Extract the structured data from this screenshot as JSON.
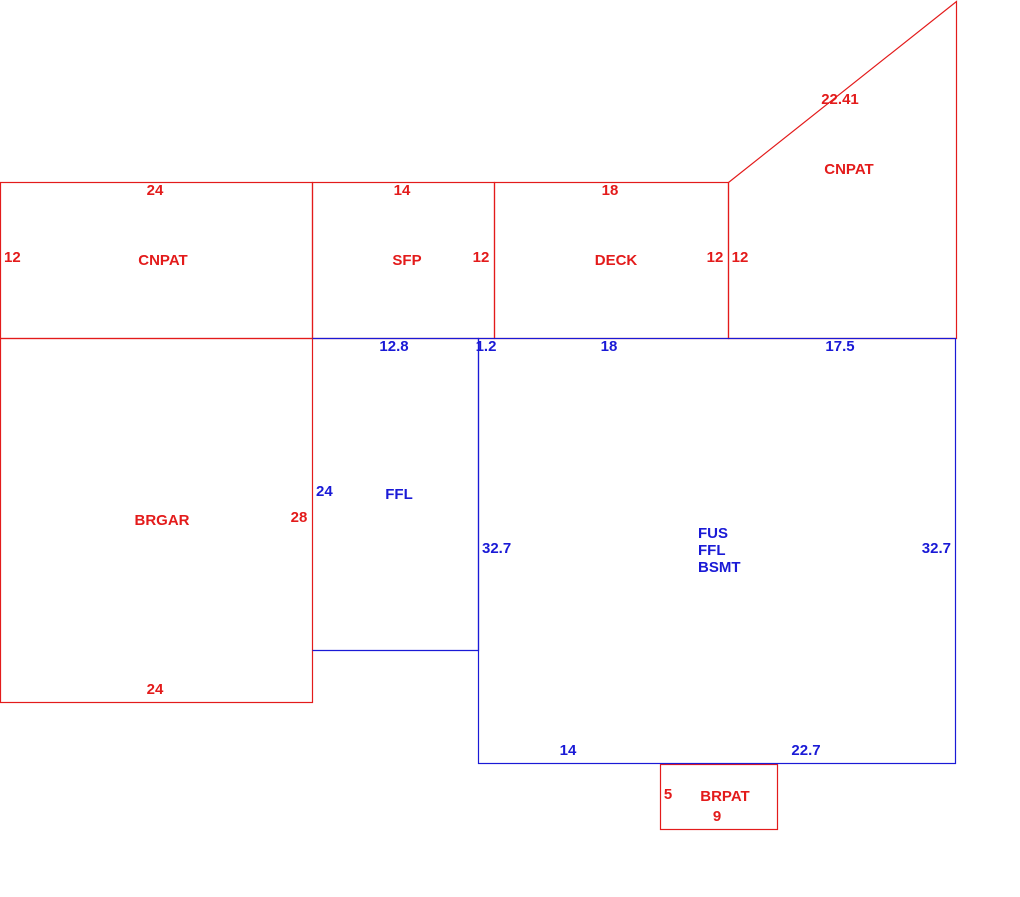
{
  "colors": {
    "exterior": "#e31b1b",
    "living": "#1a1ad6",
    "background": "#ffffff"
  },
  "areas": {
    "cnpat_west": {
      "code": "CNPAT",
      "dim_top": "24",
      "dim_left": "12"
    },
    "sfp": {
      "code": "SFP",
      "dim_top": "14",
      "dim_right": "12"
    },
    "deck": {
      "code": "DECK",
      "dim_top": "18",
      "dim_right": "12"
    },
    "cnpat_east": {
      "code": "CNPAT",
      "dim_diag": "22.41",
      "dim_left": "12"
    },
    "brgar": {
      "code": "BRGAR",
      "dim_right": "28",
      "dim_bottom": "24"
    },
    "ffl_wing": {
      "code": "FFL",
      "dim_top": "12.8",
      "dim_left": "24"
    },
    "main": {
      "codes": [
        "FUS",
        "FFL",
        "BSMT"
      ],
      "dim_top_a": "1.2",
      "dim_top_b": "18",
      "dim_top_c": "17.5",
      "dim_left": "32.7",
      "dim_right": "32.7",
      "dim_bottom_a": "14",
      "dim_bottom_b": "22.7"
    },
    "brpat": {
      "code": "BRPAT",
      "dim_left": "5",
      "dim_bottom": "9"
    }
  }
}
